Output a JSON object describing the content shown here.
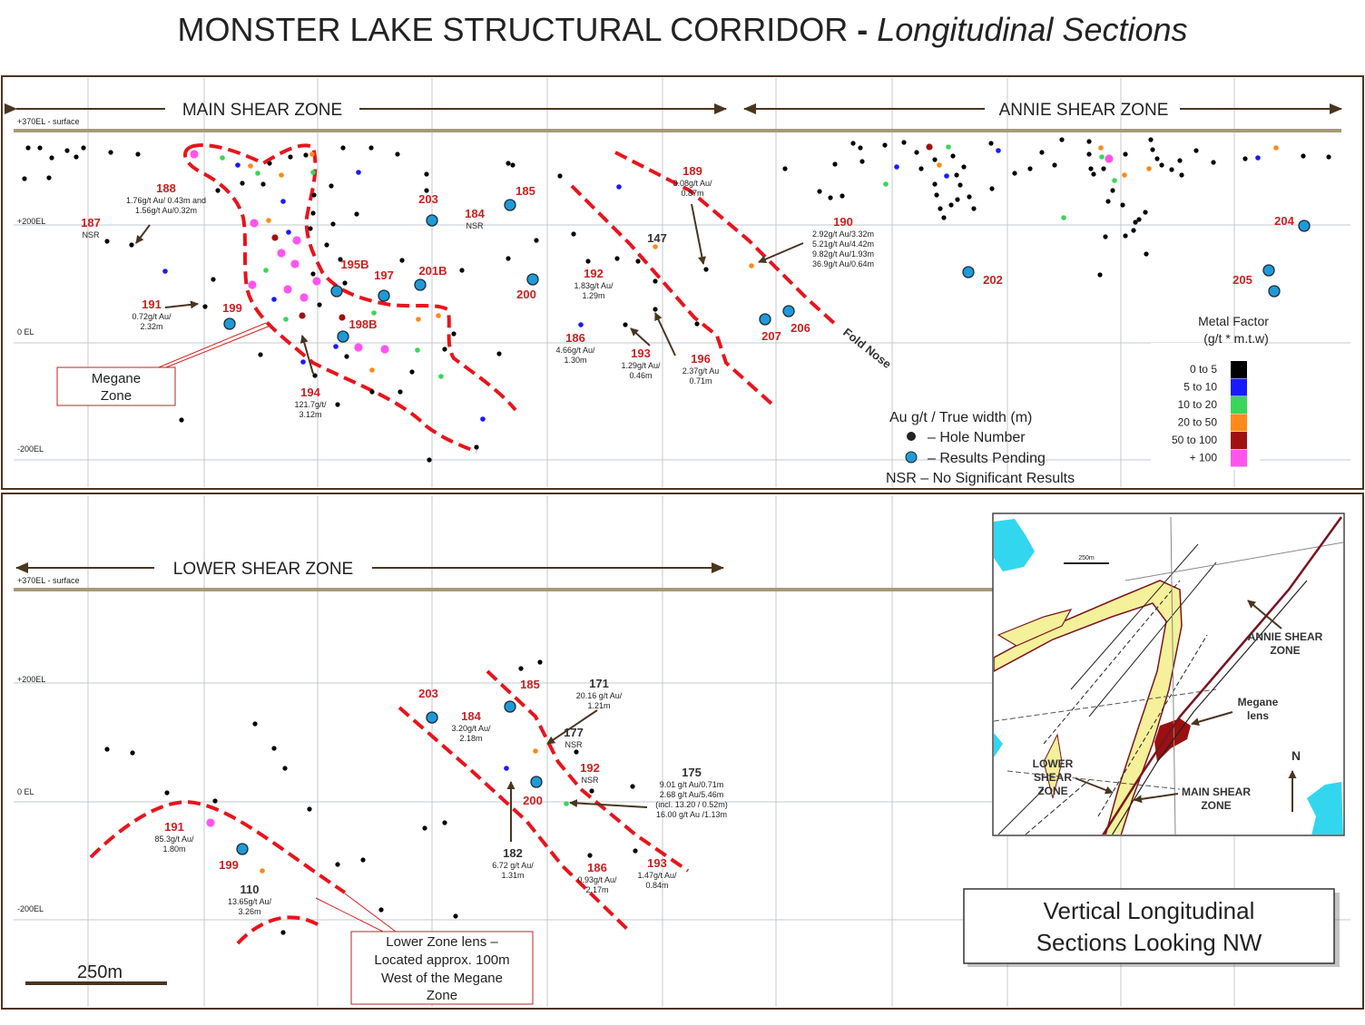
{
  "title": {
    "main": "MONSTER LAKE STRUCTURAL CORRIDOR",
    "sep": "-",
    "sub": "Longitudinal Sections"
  },
  "colors": {
    "frame": "#4a3520",
    "surface": "#a8997a",
    "grid": "#bfc4cc",
    "dashed": "#e8141c",
    "hole_label": "#cc1f1f",
    "pending": "#1f9ad6",
    "mf": [
      "#000000",
      "#1a1aff",
      "#3ad65a",
      "#ff8a1a",
      "#a01010",
      "#ff55ee"
    ]
  },
  "top": {
    "zone_main": "MAIN SHEAR ZONE",
    "zone_annie": "ANNIE SHEAR ZONE",
    "el_surface": "+370EL - surface",
    "el_200": "+200EL",
    "el_0": "0 EL",
    "el_m200": "-200EL",
    "fold_nose": "Fold Nose",
    "megane_box": [
      "Megane",
      "Zone"
    ],
    "holes": [
      {
        "id": "188",
        "t": [
          "1.76g/t Au/  0.43m and",
          "1.56g/t Au/0.32m"
        ]
      },
      {
        "id": "187",
        "t": [
          "NSR"
        ]
      },
      {
        "id": "191",
        "t": [
          "0.72g/t Au/",
          "2.32m"
        ]
      },
      {
        "id": "199",
        "t": []
      },
      {
        "id": "194",
        "t": [
          "121.7g/t/",
          "3.12m"
        ]
      },
      {
        "id": "195B",
        "t": []
      },
      {
        "id": "197",
        "t": []
      },
      {
        "id": "198B",
        "t": []
      },
      {
        "id": "203",
        "t": []
      },
      {
        "id": "201B",
        "t": []
      },
      {
        "id": "184",
        "t": [
          "NSR"
        ]
      },
      {
        "id": "185",
        "t": []
      },
      {
        "id": "200",
        "t": []
      },
      {
        "id": "186",
        "t": [
          "4.66g/t Au/",
          "1.30m"
        ]
      },
      {
        "id": "192",
        "t": [
          "1.83g/t Au/",
          "1.29m"
        ]
      },
      {
        "id": "147",
        "t": []
      },
      {
        "id": "193",
        "t": [
          "1.29g/t Au/",
          "0.46m"
        ]
      },
      {
        "id": "196",
        "t": [
          "2.37g/t Au",
          "0.71m"
        ]
      },
      {
        "id": "189",
        "t": [
          "3.08g/t Au/",
          "0.87m"
        ]
      },
      {
        "id": "190",
        "t": [
          "2.92g/t Au/3.32m",
          "5.21g/t Au/4.42m",
          "9.82g/t Au/1.93m",
          "36.9g/t Au/0.64m"
        ]
      },
      {
        "id": "207",
        "t": []
      },
      {
        "id": "206",
        "t": []
      },
      {
        "id": "202",
        "t": []
      },
      {
        "id": "204",
        "t": []
      },
      {
        "id": "205",
        "t": []
      }
    ]
  },
  "legend": {
    "title": "Au g/t / True width (m)",
    "hole": "– Hole Number",
    "pending": "– Results Pending",
    "nsr": "NSR  – No Significant Results",
    "mf_title": [
      "Metal  Factor",
      "(g/t * m.t.w)"
    ],
    "mf_items": [
      "0 to 5",
      "5 to 10",
      "10 to 20",
      "20 to 50",
      "50 to 100",
      "+ 100"
    ]
  },
  "bottom": {
    "zone_lower": "LOWER SHEAR ZONE",
    "el_surface": "+370EL - surface",
    "el_200": "+200EL",
    "el_0": "0 EL",
    "el_m200": "-200EL",
    "lens_box": [
      "Lower Zone lens –",
      "Located approx. 100m",
      "West of the Megane",
      "Zone"
    ],
    "scale": "250m",
    "holes": [
      {
        "id": "191",
        "t": [
          "85.3g/t Au/",
          "1.80m"
        ]
      },
      {
        "id": "199",
        "t": []
      },
      {
        "id": "110",
        "t": [
          "13.65g/t Au/",
          "3.26m"
        ]
      },
      {
        "id": "203",
        "t": []
      },
      {
        "id": "184",
        "t": [
          "3.20g/t Au/",
          "2.18m"
        ]
      },
      {
        "id": "185",
        "t": []
      },
      {
        "id": "171",
        "t": [
          "20.16 g/t Au/",
          "1.21m"
        ]
      },
      {
        "id": "177",
        "t": [
          "NSR"
        ]
      },
      {
        "id": "192",
        "t": [
          "NSR"
        ]
      },
      {
        "id": "200",
        "t": []
      },
      {
        "id": "182",
        "t": [
          "6.72 g/t Au/",
          "1.31m"
        ]
      },
      {
        "id": "186",
        "t": [
          "0.93g/t Au/",
          "2.17m"
        ]
      },
      {
        "id": "193",
        "t": [
          "1.47g/t Au/",
          "0.84m"
        ]
      },
      {
        "id": "175",
        "t": [
          "9.01 g/t Au/0.71m",
          "2.68 g/t Au/5.46m",
          "(incl. 13.20 / 0.52m)",
          "16.00 g/t Au  /1.13m"
        ]
      }
    ]
  },
  "inset": {
    "scale": "250m",
    "annie": [
      "ANNIE SHEAR",
      "ZONE"
    ],
    "megane": [
      "Megane",
      "lens"
    ],
    "lower": [
      "LOWER",
      "SHEAR",
      "ZONE"
    ],
    "main": [
      "MAIN SHEAR",
      "ZONE"
    ],
    "north": "N"
  },
  "caption": [
    "Vertical Longitudinal",
    "Sections Looking NW"
  ]
}
